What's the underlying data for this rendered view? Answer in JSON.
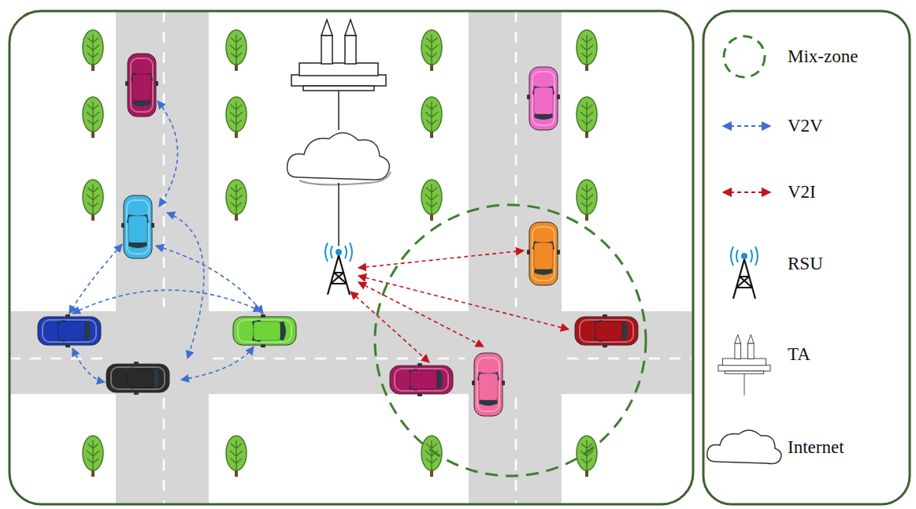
{
  "diagram": {
    "legend": [
      {
        "text": "Mix-zone"
      },
      {
        "text": "V2V"
      },
      {
        "text": "V2I"
      },
      {
        "text": "RSU"
      },
      {
        "text": "TA"
      },
      {
        "text": "Internet"
      }
    ]
  }
}
